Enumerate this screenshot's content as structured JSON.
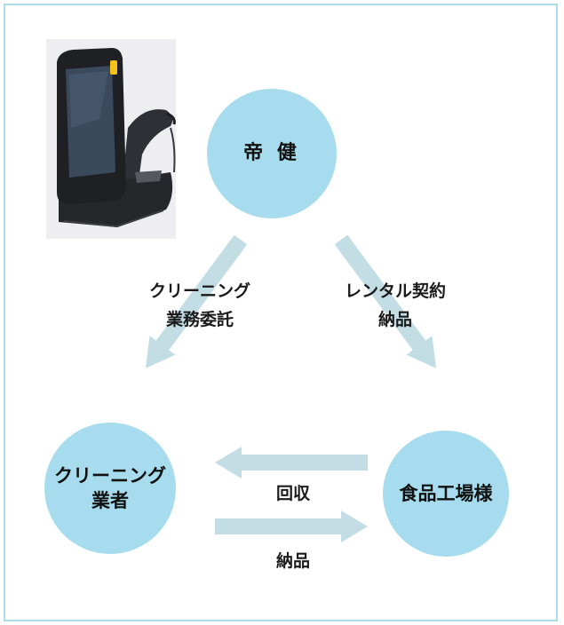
{
  "nodes": {
    "teiken": "帝 健",
    "cleaning_line1": "クリーニング",
    "cleaning_line2": "業者",
    "factory": "食品工場様"
  },
  "edges": {
    "teiken_to_cleaning_line1": "クリーニング",
    "teiken_to_cleaning_line2": "業務委託",
    "teiken_to_factory_line1": "レンタル契約",
    "teiken_to_factory_line2": "納品",
    "factory_to_cleaning": "回収",
    "cleaning_to_factory": "納品"
  },
  "colors": {
    "border": "#a9dde8",
    "circle_fill": "#a6dced",
    "arrow": "#c2dde3"
  },
  "image": {
    "device_icon": "handheld-scanner-device-icon"
  }
}
